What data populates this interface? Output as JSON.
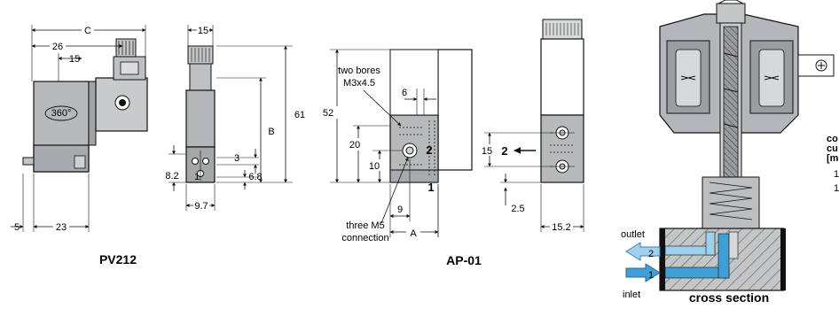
{
  "colors": {
    "body_gray": "#b8b9bb",
    "dark_gray": "#8c8d90",
    "light_gray": "#d8d9db",
    "flow_blue": "#3fa0d6",
    "flow_light": "#9fd1ee",
    "line": "#111111"
  },
  "pv212": {
    "caption": "PV212",
    "dim_C": "C",
    "dim_26": "26",
    "dim_15_top": "15",
    "dim_360": "360°",
    "dim_5": "5",
    "dim_23": "23",
    "dim_15_side": "15",
    "dim_61": "61",
    "dim_B": "B",
    "dim_3": "3",
    "dim_8_2": "8.2",
    "dim_6_8": "6.8",
    "dim_1": "1",
    "dim_9_7": "9.7"
  },
  "ap01": {
    "caption": "AP-01",
    "two_bores_1": "two bores",
    "two_bores_2": "M3x4.5",
    "dim_6": "6",
    "dim_52": "52",
    "dim_20": "20",
    "dim_10": "10",
    "dim_9": "9",
    "dim_A": "A",
    "port_2": "2",
    "port_1": "1",
    "three_m5_1": "three M5",
    "three_m5_2": "connection",
    "dim_15": "15",
    "port_2_side": "2",
    "dim_2_5": "2.5",
    "dim_15_2": "15.2"
  },
  "cross_section": {
    "caption": "cross section",
    "outlet": "outlet",
    "inlet": "inlet",
    "port_2": "2",
    "port_1": "1"
  },
  "clipped_text": {
    "l1": "co",
    "l2": "cu",
    "l3": "[m",
    "l4": "1",
    "l5": "1"
  }
}
